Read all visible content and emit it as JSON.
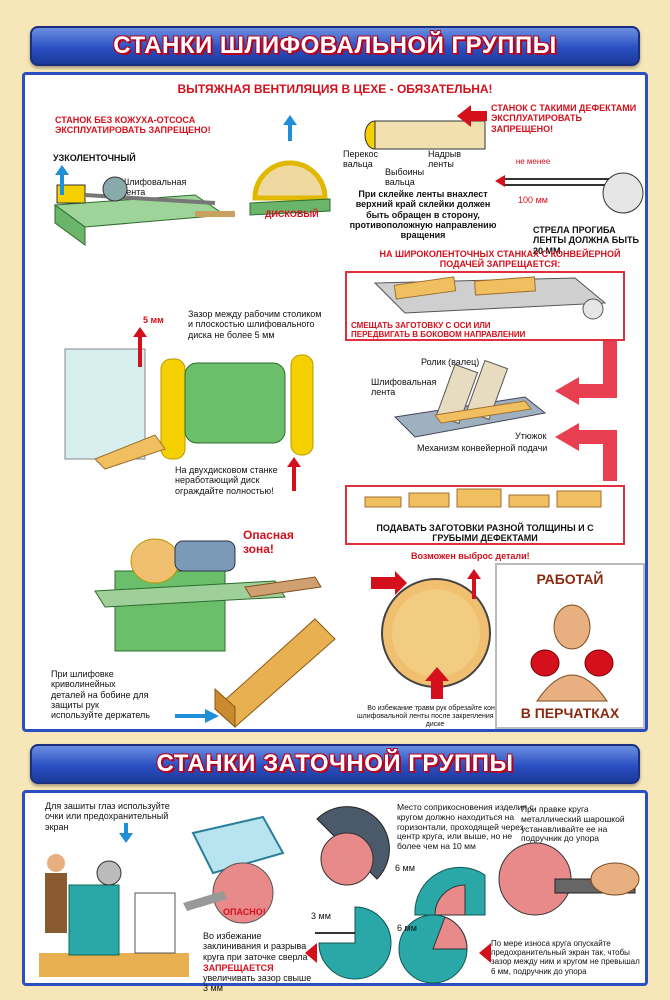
{
  "top": {
    "title": "СТАНКИ ШЛИФОВАЛЬНОЙ ГРУППЫ",
    "ventilation": "ВЫТЯЖНАЯ ВЕНТИЛЯЦИЯ В ЦЕХЕ - ОБЯЗАТЕЛЬНА!",
    "no_cover": "СТАНОК БЕЗ КОЖУХА-ОТСОСА ЭКСПЛУАТИРОВАТЬ ЗАПРЕЩЕНО!",
    "narrow_belt": "УЗКОЛЕНТОЧНЫЙ",
    "grinding_belt": "Шлифовальная лента",
    "disc": "ДИСКОВЫЙ",
    "defects_forbidden": "СТАНОК С ТАКИМИ ДЕФЕКТАМИ ЭКСПЛУАТИРОВАТЬ ЗАПРЕЩЕНО!",
    "roller_skew": "Перекос вальца",
    "roller_dents": "Выбоины вальца",
    "belt_tears": "Надрыв ленты",
    "not_less": "не менее",
    "mm100": "100 мм",
    "gluing_note": "При склейке ленты внахлест верхний край склейки должен быть обращен в сторону, противоположную направлению вращения",
    "sag_note": "СТРЕЛА ПРОГИБА ЛЕНТЫ ДОЛЖНА БЫТЬ 20 ММ",
    "wide_belt_heading": "НА ШИРОКОЛЕНТОЧНЫХ СТАНКАХ С КОНВЕЙЕРНОЙ ПОДАЧЕЙ ЗАПРЕЩАЕТСЯ:",
    "mm5": "5 мм",
    "gap_note": "Зазор между рабочим столиком и плоскостью шлифовального диска не более 5 мм",
    "shift_note": "СМЕЩАТЬ ЗАГОТОВКУ С ОСИ ИЛИ ПЕРЕДВИГАТЬ В БОКОВОМ НАПРАВЛЕНИИ",
    "roller": "Ролик (валец)",
    "grinding_belt2": "Шлифовальная лента",
    "iron": "Утюжок",
    "conveyor": "Механизм конвейерной подачи",
    "double_disc": "На двухдисковом станке неработающий диск ограждайте полностью!",
    "thickness_note": "ПОДАВАТЬ ЗАГОТОВКИ РАЗНОЙ ТОЛЩИНЫ И С ГРУБЫМИ ДЕФЕКТАМИ",
    "danger_zone": "Опасная зона!",
    "ejection": "Возможен выброс детали!",
    "work": "РАБОТАЙ",
    "gloves": "В ПЕРЧАТКАХ",
    "holder_note": "При шлифовке криволинейных деталей на бобине для защиты рук используйте держатель",
    "trim_note": "Во избежание травм рук обрезайте конец шлифовальной ленты после закрепления ее на диске"
  },
  "bottom": {
    "title": "СТАНКИ ЗАТОЧНОЙ ГРУППЫ",
    "eye_note": "Для зашиты глаз используйте очки или предохранительный экран",
    "contact_note": "Место соприкосновения изделия с кругом должно находиться на горизонтали, проходящей через центр круга, или выше, но не более чем на 10 мм",
    "dress_note": "При правке круга металлический шарошкой устанавливайте ее на подручник до упора",
    "dangerous": "ОПАСНО!",
    "mm6a": "6 мм",
    "mm6b": "6 мм",
    "mm3": "3 мм",
    "jam_pre": "Во избежание заклинивания и разрыва круга при заточке сверла",
    "jam_forbidden": "ЗАПРЕЩАЕТСЯ",
    "jam_post": "увеличивать зазор свыше 3 мм",
    "wear_note": "По мере износа круга опускайте предохранительный экран так, чтобы зазор между ним и кругом не превышал 6 мм, подручник до упора"
  },
  "colors": {
    "banner": "#2a4fc2",
    "accent_red": "#d4101c",
    "panel_bg": "#ffffff",
    "page_bg": "#f7e6b8",
    "machine_green": "#4caf50",
    "disc_yellow": "#f5d000"
  }
}
